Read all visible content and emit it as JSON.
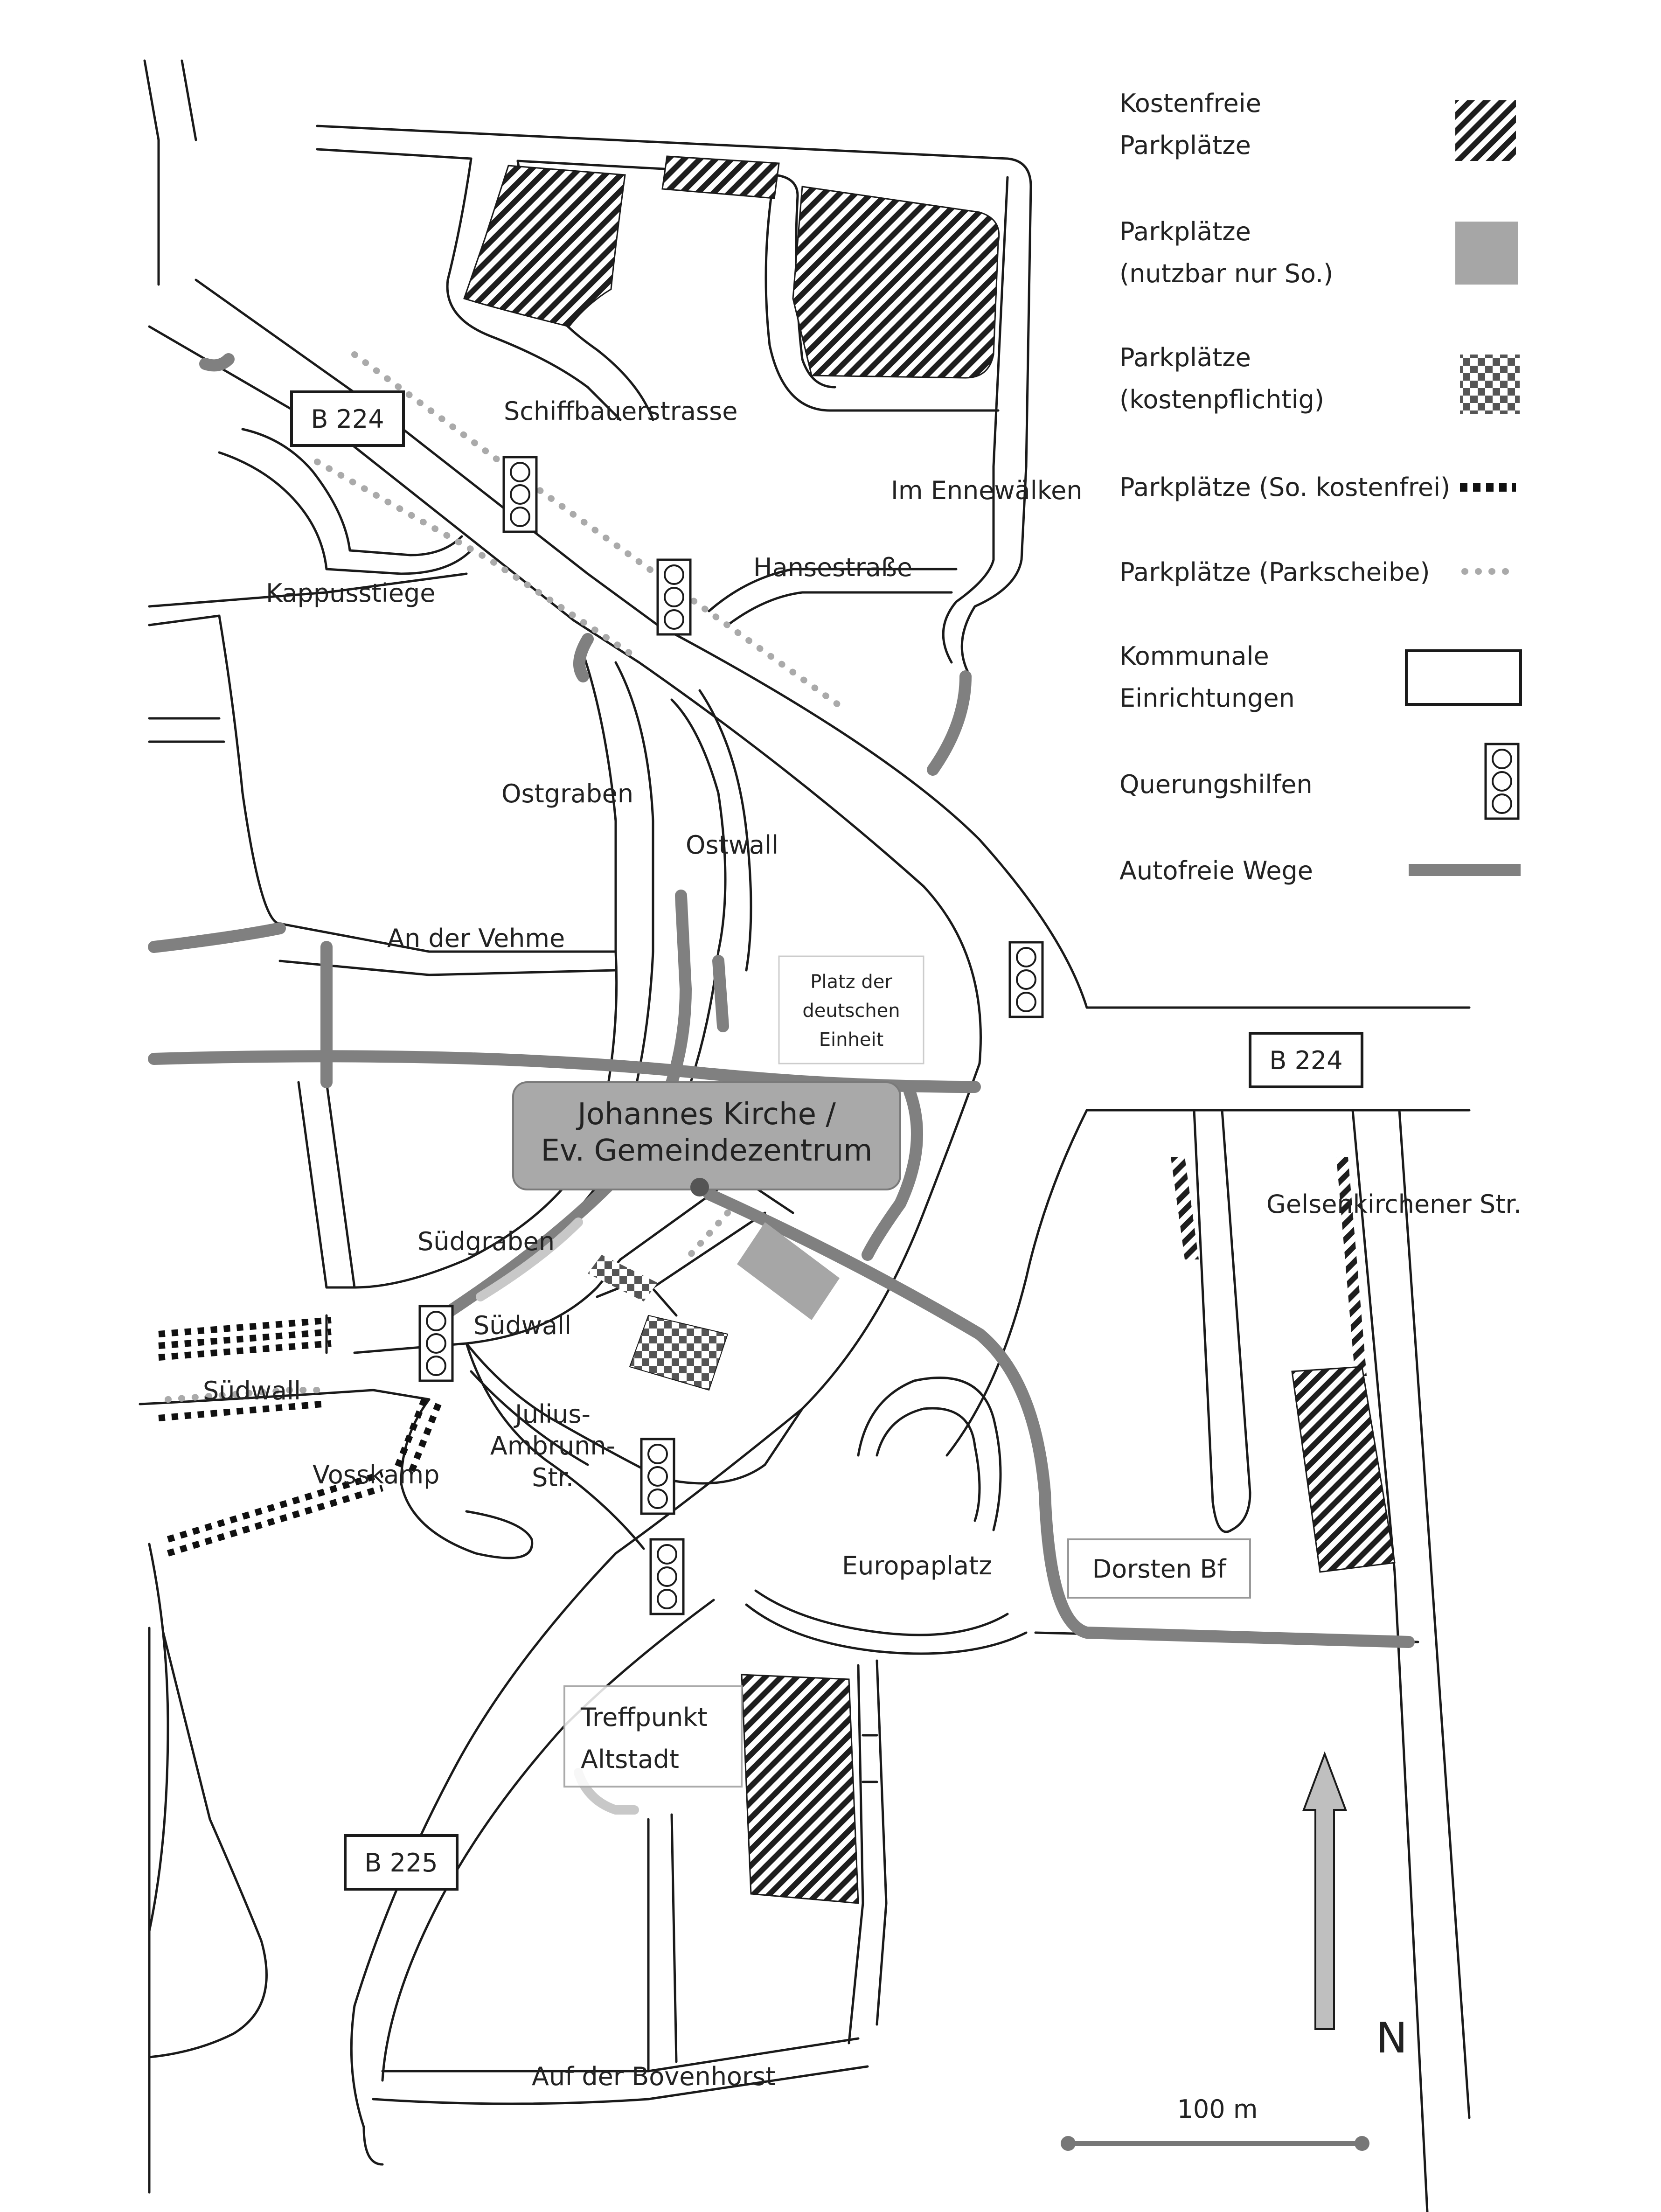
{
  "colors": {
    "background": "#ffffff",
    "road_outline": "#1a1a1a",
    "car_free_path": "#808080",
    "parking_sunday": "#a6a6a6",
    "church_box_fill": "#a9a9a9",
    "scale_bar": "#777777",
    "dotted_parking": "#aaaaaa",
    "north_arrow": "#bfbfbf"
  },
  "legend": {
    "free_parking": "Kostenfreie\nParkplätze",
    "sunday_parking": "Parkplätze\n(nutzbar nur So.)",
    "paid_parking": "Parkplätze\n(kostenpflichtig)",
    "sunday_free_parking": "Parkplätze (So. kostenfrei)",
    "disc_parking": "Parkplätze (Parkscheibe)",
    "municipal": "Kommunale\nEinrichtungen",
    "crossing": "Querungshilfen",
    "car_free": "Autofreie Wege"
  },
  "roads": {
    "b224_west": "B 224",
    "b224_east": "B 224",
    "b225": "B 225",
    "schiffbauerstrasse": "Schiffbauerstrasse",
    "im_ennewaelken": "Im Ennewälken",
    "hansestrasse": "Hansestraße",
    "kappusstiege": "Kappusstiege",
    "ostgraben": "Ostgraben",
    "ostwall": "Ostwall",
    "an_der_vehme": "An der Vehme",
    "suedgraben": "Südgraben",
    "suedwall_east": "Südwall",
    "suedwall_west": "Südwall",
    "vosskamp": "Vosskamp",
    "julius_ambrunn": "Julius-\nAmbrunn-\nStr.",
    "europaplatz": "Europaplatz",
    "gelsenkirchener": "Gelsenkirchener Str.",
    "auf_der_bovenhorst": "Auf der Bovenhorst"
  },
  "places": {
    "platz_einheit": "Platz der\ndeutschen\nEinheit",
    "church": "Johannes Kirche /\nEv. Gemeindezentrum",
    "dorsten_bf": "Dorsten Bf",
    "treffpunkt": "Treffpunkt\nAltstadt"
  },
  "north": "N",
  "scale": "100 m"
}
